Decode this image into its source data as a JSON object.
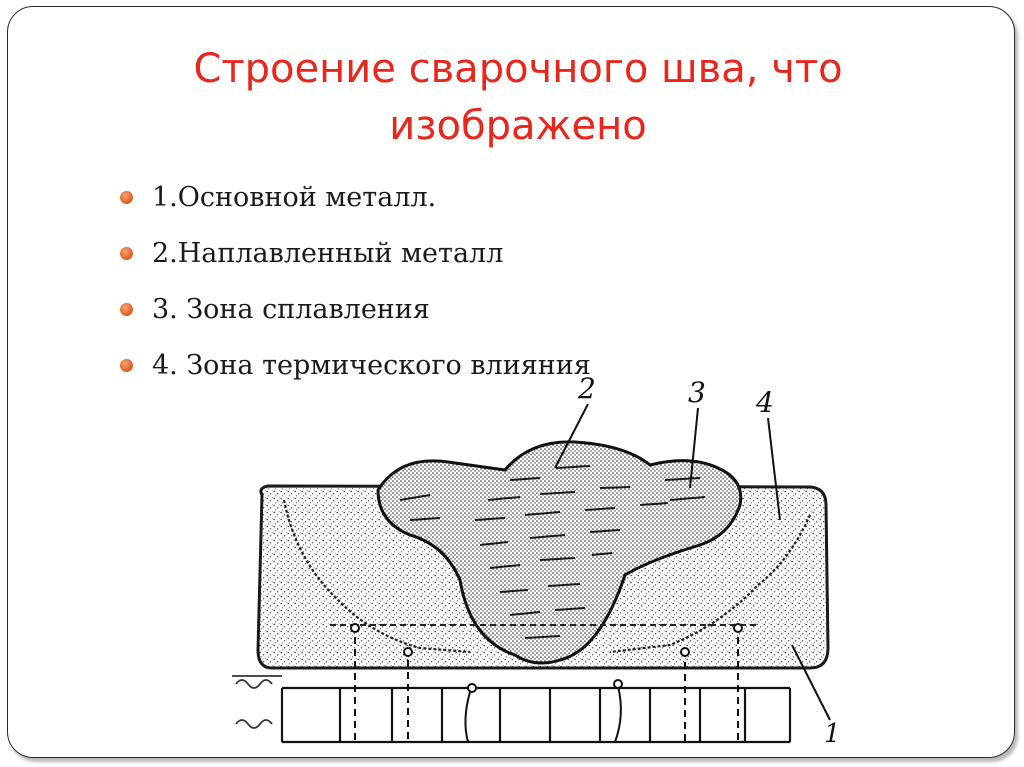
{
  "slide": {
    "title_line1": "Строение сварочного шва, что",
    "title_line2": "изображено",
    "bullets": [
      "1.Основной металл.",
      "2.Наплавленный металл",
      "3. Зона сплавления",
      "4. Зона термического влияния"
    ]
  },
  "figure": {
    "labels": [
      "2",
      "3",
      "4",
      "1"
    ]
  }
}
